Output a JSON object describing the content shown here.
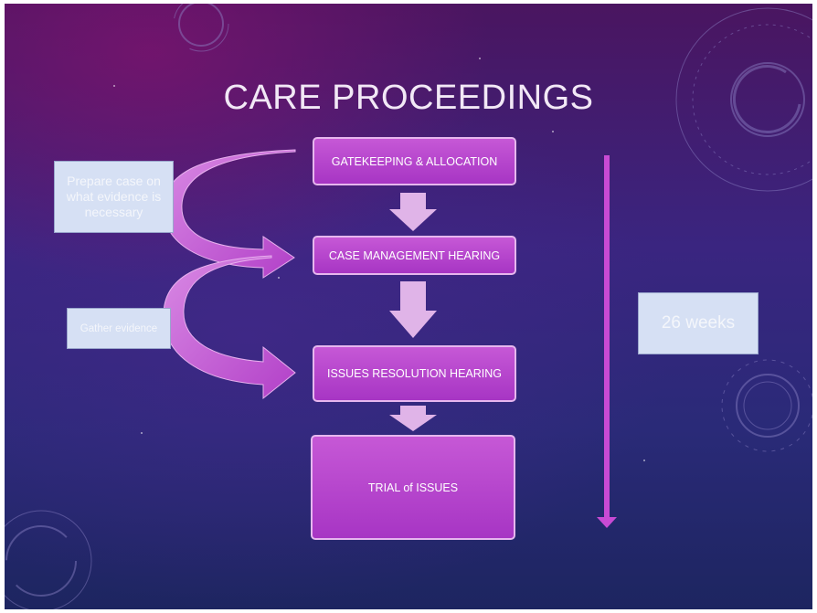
{
  "title": "CARE PROCEEDINGS",
  "steps": [
    {
      "label": "GATEKEEPING & ALLOCATION"
    },
    {
      "label": "CASE MANAGEMENT HEARING"
    },
    {
      "label": "ISSUES RESOLUTION HEARING"
    },
    {
      "label": "TRIAL of ISSUES"
    }
  ],
  "notes": [
    {
      "label": "Prepare case on what evidence is necessary"
    },
    {
      "label": "Gather evidence"
    }
  ],
  "duration": {
    "label": "26 weeks"
  },
  "colors": {
    "step_fill": "#b444c8",
    "step_border": "#e6b6ee",
    "arrow": "#e0b4e8",
    "note_fill": "#d6e0f4",
    "timeline": "#c84ad4"
  }
}
